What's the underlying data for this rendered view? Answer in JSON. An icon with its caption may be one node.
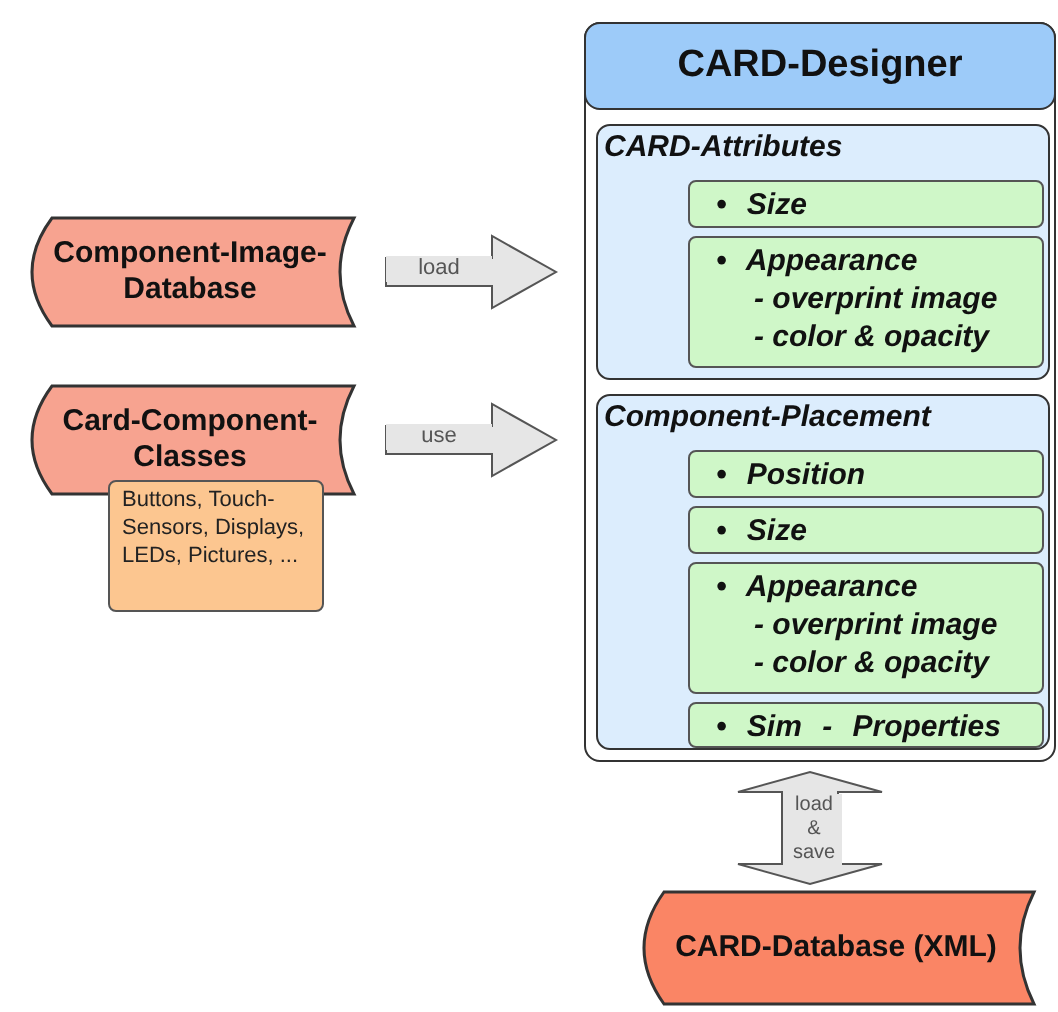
{
  "diagram": {
    "nodes": [
      {
        "text": [
          "Component-Image-Database"
        ]
      },
      {
        "text": [
          "Card-Component-Classes"
        ]
      },
      {
        "text": [
          "Buttons, Touch-Sensors, Displays, LEDs, Pictures, ..."
        ]
      },
      {
        "text": [
          "CARD-Designer"
        ]
      },
      {
        "text": [
          "CARD-Attributes"
        ],
        "in": 3
      },
      {
        "text": [
          "• Size"
        ],
        "in": 4
      },
      {
        "text": [
          "• Appearance",
          "- overprint image",
          "- color & opacity"
        ],
        "in": 4
      },
      {
        "text": [
          "Component-Placement"
        ],
        "in": 3
      },
      {
        "text": [
          "• Position"
        ],
        "in": 7
      },
      {
        "text": [
          "• Size"
        ],
        "in": 7
      },
      {
        "text": [
          "• Appearance",
          "- overprint image",
          "- color & opacity"
        ],
        "in": 7
      },
      {
        "text": [
          "• Sim - Properties"
        ],
        "in": 7
      },
      {
        "text": [
          "CARD-Database (XML)"
        ]
      }
    ],
    "edges": [
      {
        "from": 0,
        "to": 3,
        "arrow": "to",
        "label": "load"
      },
      {
        "from": 1,
        "to": 3,
        "arrow": "to",
        "label": "use"
      },
      {
        "from": 3,
        "to": 12,
        "arrow": "both",
        "label": "load & save"
      }
    ]
  }
}
